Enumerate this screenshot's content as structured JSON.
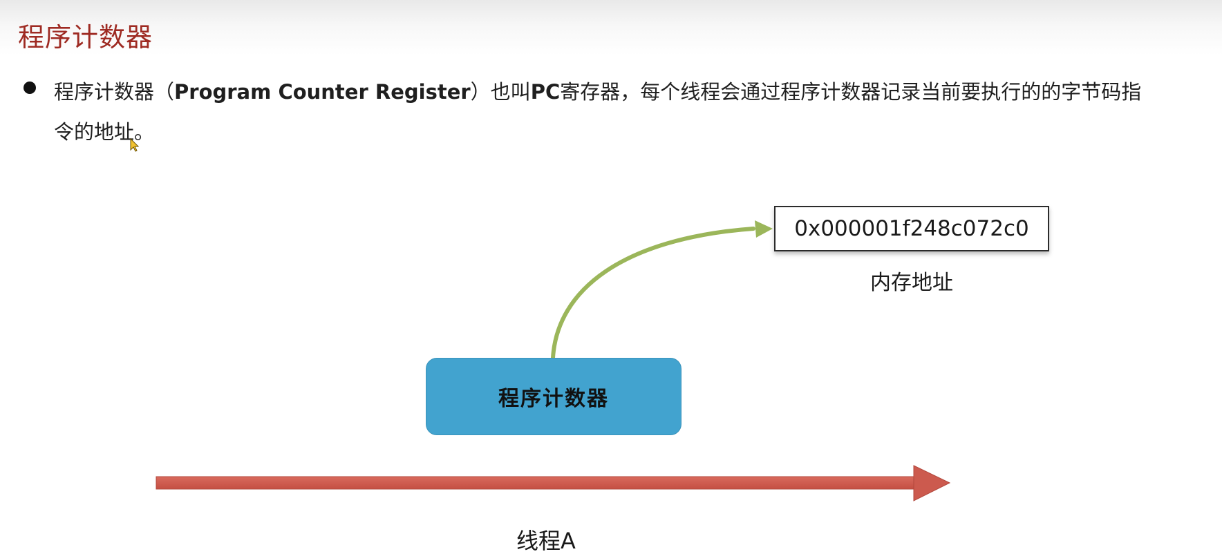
{
  "slide": {
    "title": "程序计数器",
    "bullet": {
      "text_part1": "程序计数器（",
      "text_bold1": "Program Counter Register",
      "text_part2": "）也叫",
      "text_bold2": "PC",
      "text_part3": "寄存器，每个线程会通过程序计数器记录当前要执行的的字节码指令的地址。"
    }
  },
  "diagram": {
    "memory_address_value": "0x000001f248c072c0",
    "memory_address_label": "内存地址",
    "pc_box_label": "程序计数器",
    "thread_label": "线程A",
    "colors": {
      "title": "#9e2a22",
      "pc_box": "#42a3cf",
      "thread_arrow": "#cc5a4e",
      "pointer_arrow": "#9bb65a"
    },
    "icons": {
      "cursor": "mouse-cursor-icon"
    }
  }
}
